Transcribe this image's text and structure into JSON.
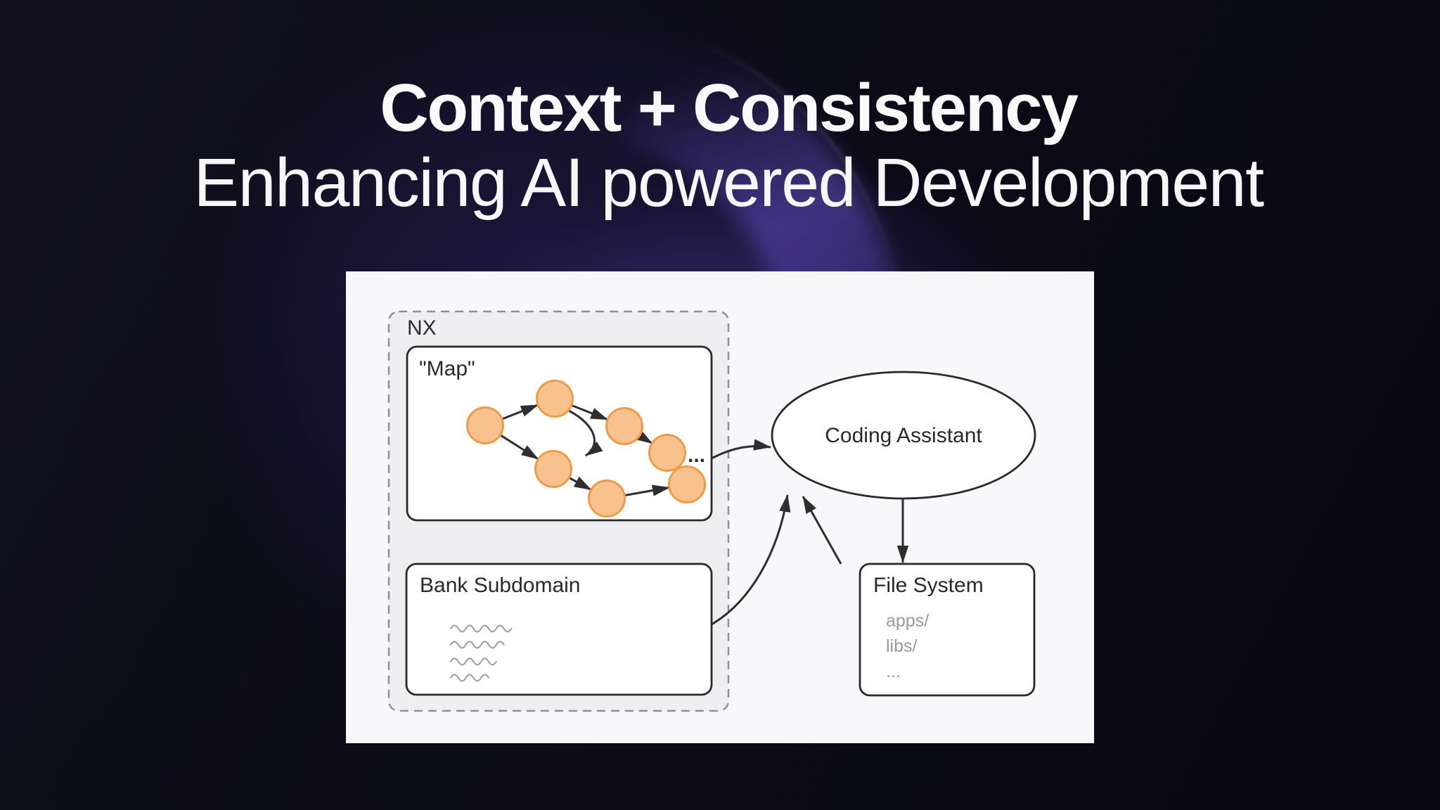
{
  "slide": {
    "title": "Context + Consistency",
    "subtitle": "Enhancing AI powered Development"
  },
  "diagram": {
    "nx_label": "NX",
    "map_label": "\"Map\"",
    "map_ellipsis": "...",
    "bank_label": "Bank Subdomain",
    "assistant_label": "Coding Assistant",
    "file_system_label": "File System",
    "file_entries": [
      "apps/",
      "libs/",
      "..."
    ],
    "colors": {
      "background": "#0c0b18",
      "glow_purple": "#5b3fd1",
      "panel": "#f8f8fb",
      "container_fill": "#efeff2",
      "box_fill": "#ffffff",
      "line": "#2e2e31",
      "node_fill": "#f9c18d",
      "node_stroke": "#ef9a46",
      "muted_gray": "#98989d"
    }
  }
}
